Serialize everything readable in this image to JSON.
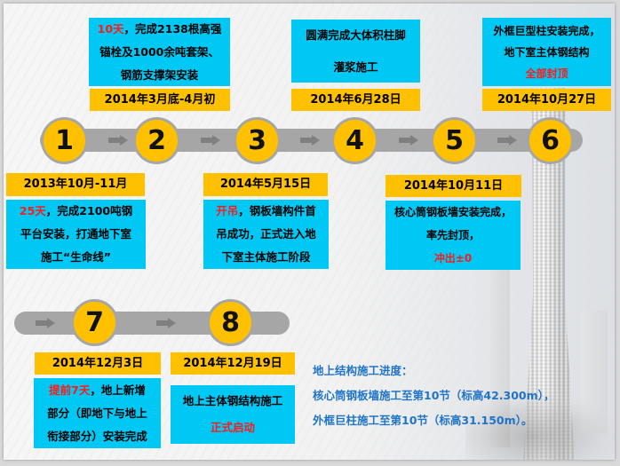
{
  "milestones": [
    {
      "number": "1",
      "date": "2013年10月-11月",
      "desc": {
        "lines": [
          {
            "red": "25天",
            "text": "，完成2100吨钢"
          },
          {
            "red": "",
            "text": "平台安装，打通地下室"
          },
          {
            "red": "",
            "text": "施工“生命线”"
          }
        ]
      }
    },
    {
      "number": "2",
      "date": "2014年3月底-4月初",
      "desc": {
        "lines": [
          {
            "red": "10天",
            "text": "，完成2138根高强"
          },
          {
            "red": "",
            "text": "锚栓及1000余吨套架、"
          },
          {
            "red": "",
            "text": "钢筋支撑架安装"
          }
        ]
      }
    },
    {
      "number": "3",
      "date": "2014年5月15日",
      "desc": {
        "lines": [
          {
            "red": "开吊",
            "text": "，钢板墙构件首"
          },
          {
            "red": "",
            "text": "吊成功，正式进入地"
          },
          {
            "red": "",
            "text": "下室主体施工阶段"
          }
        ]
      }
    },
    {
      "number": "4",
      "date": "2014年6月28日",
      "desc": {
        "lines": [
          {
            "red": "",
            "text": "圆满完成大体积柱脚"
          },
          {
            "red": "",
            "text": "灌浆施工"
          }
        ]
      }
    },
    {
      "number": "5",
      "date": "2014年10月11日",
      "desc": {
        "lines": [
          {
            "red": "",
            "text": "核心筒钢板墙安装完成，"
          },
          {
            "red": "",
            "text": "率先封顶，"
          },
          {
            "red": "冲出±0",
            "text": ""
          }
        ]
      }
    },
    {
      "number": "6",
      "date": "2014年10月27日",
      "desc": {
        "lines": [
          {
            "red": "",
            "text": "外框巨型柱安装完成，"
          },
          {
            "red": "",
            "text": "地下室主体钢结构"
          },
          {
            "red": "全部封顶",
            "text": ""
          }
        ]
      }
    },
    {
      "number": "7",
      "date": "2014年12月3日",
      "desc": {
        "lines": [
          {
            "red": "提前7天",
            "text": "，地上新增"
          },
          {
            "red": "",
            "text": "部分（即地下与地上"
          },
          {
            "red": "",
            "text": "衔接部分）安装完成"
          }
        ]
      }
    },
    {
      "number": "8",
      "date": "2014年12月19日",
      "desc": {
        "lines": [
          {
            "red": "",
            "text": "地上主体钢结构施工"
          },
          {
            "red": "正式启动",
            "text": ""
          }
        ]
      }
    }
  ],
  "progress": {
    "title": "地上结构施工进度：",
    "lines": [
      "核心筒钢板墙施工至第10节（标高42.300m），",
      "外框巨柱施工至第10节（标高31.150m）。"
    ]
  },
  "colors": {
    "desc_bg": "#00c8f5",
    "date_bg": "#ffc000",
    "circle_fill": "#ffc000",
    "bar": "#a6a6a6",
    "highlight_red": "#ff1a1a",
    "progress_blue": "#1f74c8"
  },
  "icons": {
    "timeline_arrow": "arrow-right-icon",
    "background_image": "tower-building-illustration"
  }
}
